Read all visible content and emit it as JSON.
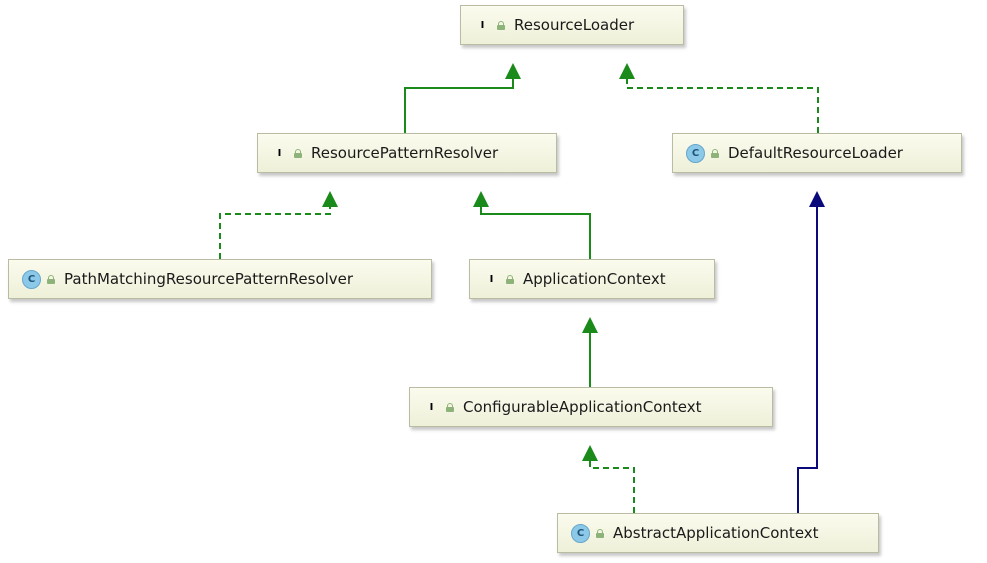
{
  "nodes": [
    {
      "id": "resource-loader",
      "kind": "interface",
      "badge": "I",
      "label": "ResourceLoader"
    },
    {
      "id": "resource-pattern-resolver",
      "kind": "interface",
      "badge": "I",
      "label": "ResourcePatternResolver"
    },
    {
      "id": "default-resource-loader",
      "kind": "class",
      "badge": "C",
      "label": "DefaultResourceLoader"
    },
    {
      "id": "path-matching-resource-pattern-resolver",
      "kind": "class",
      "badge": "C",
      "label": "PathMatchingResourcePatternResolver"
    },
    {
      "id": "application-context",
      "kind": "interface",
      "badge": "I",
      "label": "ApplicationContext"
    },
    {
      "id": "configurable-application-context",
      "kind": "interface",
      "badge": "I",
      "label": "ConfigurableApplicationContext"
    },
    {
      "id": "abstract-application-context",
      "kind": "class",
      "badge": "C",
      "label": "AbstractApplicationContext"
    }
  ],
  "edges": [
    {
      "from": "resource-pattern-resolver",
      "to": "resource-loader",
      "relation": "extends",
      "style": "solid",
      "color": "#1a8a1a"
    },
    {
      "from": "default-resource-loader",
      "to": "resource-loader",
      "relation": "implements",
      "style": "dashed",
      "color": "#1a8a1a"
    },
    {
      "from": "path-matching-resource-pattern-resolver",
      "to": "resource-pattern-resolver",
      "relation": "implements",
      "style": "dashed",
      "color": "#1a8a1a"
    },
    {
      "from": "application-context",
      "to": "resource-pattern-resolver",
      "relation": "extends",
      "style": "solid",
      "color": "#1a8a1a"
    },
    {
      "from": "configurable-application-context",
      "to": "application-context",
      "relation": "extends",
      "style": "solid",
      "color": "#1a8a1a"
    },
    {
      "from": "abstract-application-context",
      "to": "configurable-application-context",
      "relation": "implements",
      "style": "dashed",
      "color": "#1a8a1a"
    },
    {
      "from": "abstract-application-context",
      "to": "default-resource-loader",
      "relation": "extends",
      "style": "solid",
      "color": "#0a0a7a"
    }
  ]
}
